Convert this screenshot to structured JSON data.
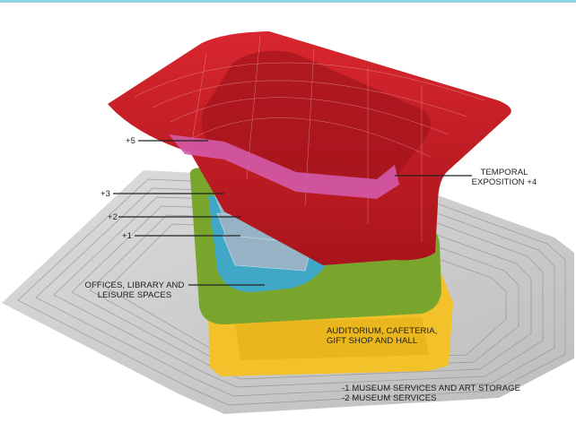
{
  "colors": {
    "top_rule": "#8fd3e2",
    "site_plate": "#c9c9c9",
    "red_volume": "#c41e26",
    "magenta_band": "#d35aa8",
    "blue_volume": "#3ea6cf",
    "green_volume": "#7aa52c",
    "yellow_volume": "#f3c22a",
    "leader": "#222222"
  },
  "labels": {
    "level_plus5": "+5",
    "level_plus3": "+3",
    "level_plus2": "+2",
    "level_plus1": "+1",
    "temporal_line1": "TEMPORAL",
    "temporal_line2": "EXPOSITION +4",
    "offices_line1": "OFFICES, LIBRARY AND",
    "offices_line2": "LEISURE SPACES",
    "auditorium_line1": "AUDITORIUM, CAFETERIA,",
    "auditorium_line2": "GIFT SHOP AND HALL",
    "basement1": "-1 MUSEUM SERVICES AND ART STORAGE",
    "basement2": "-2 MUSEUM SERVICES"
  }
}
